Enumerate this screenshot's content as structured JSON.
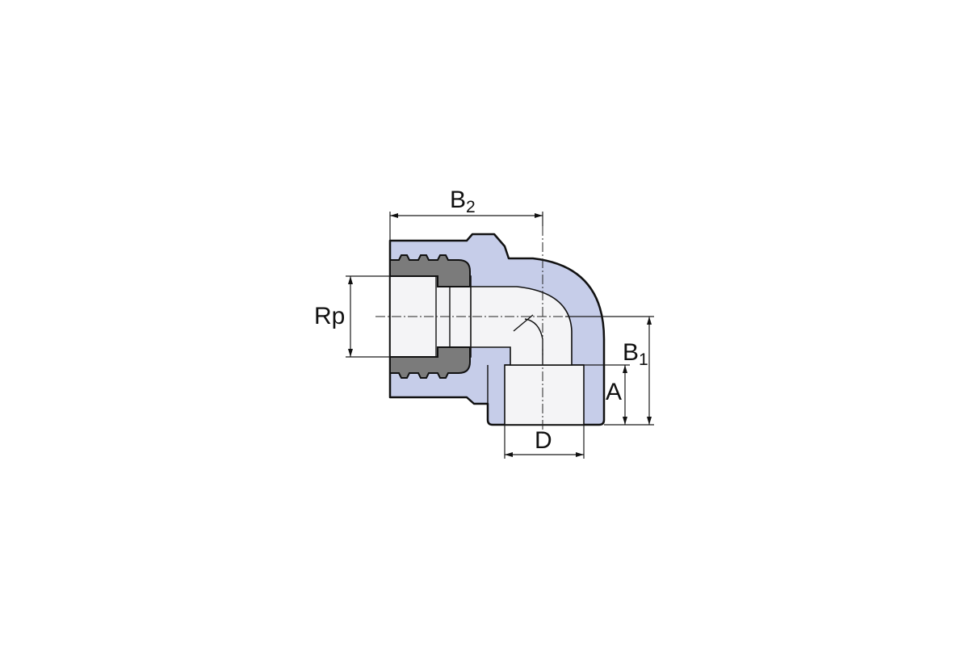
{
  "colors": {
    "body": "#c6cde9",
    "insert": "#7b7b7b",
    "bore": "#f4f4f6",
    "background": "#ffffff"
  },
  "labels": {
    "rp": "Rp",
    "b2_main": "B",
    "b2_sub": "2",
    "b1_main": "B",
    "b1_sub": "1",
    "a": "A",
    "d": "D"
  }
}
